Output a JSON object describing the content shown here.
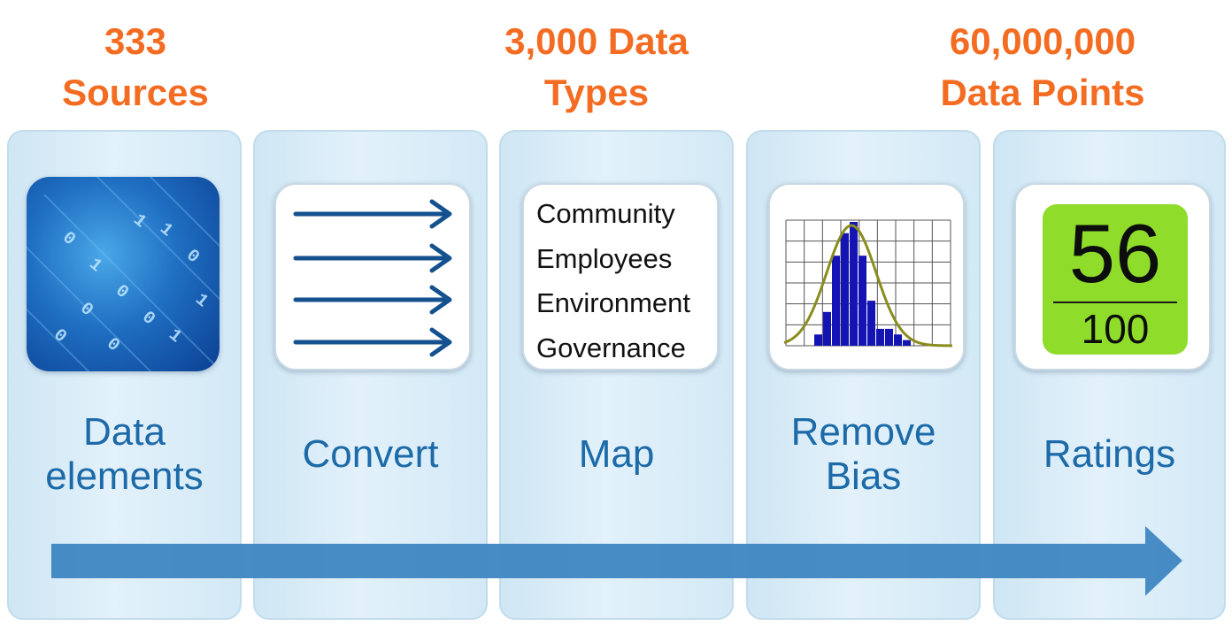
{
  "colors": {
    "headline": "#f36c21",
    "label": "#1c6aa8",
    "flow_arrow": "#3f86c2",
    "convert_arrow": "#14518e",
    "histogram_bar": "#1414b4",
    "curve": "#8a8d1e",
    "rating_bg": "#8fdc2a"
  },
  "headlines": [
    {
      "line1": "333",
      "line2": "Sources"
    },
    {
      "line1": "3,000 Data",
      "line2": "Types"
    },
    {
      "line1": "60,000,000",
      "line2": "Data Points"
    }
  ],
  "stages": [
    {
      "line1": "Data",
      "line2": "elements",
      "icon": "binary-data-icon"
    },
    {
      "line1": "Convert",
      "line2": "",
      "icon": "arrows-icon"
    },
    {
      "line1": "Map",
      "line2": "",
      "icon": "category-list"
    },
    {
      "line1": "Remove",
      "line2": "Bias",
      "icon": "histogram-curve-icon"
    },
    {
      "line1": "Ratings",
      "line2": "",
      "icon": "rating-badge"
    }
  ],
  "binary_digits": "0 1 0 0 1 0 1 0 0 1 1 0",
  "map_categories": [
    "Community",
    "Employees",
    "Environment",
    "Governance"
  ],
  "histogram_values": [
    1,
    3,
    8,
    10,
    11,
    8,
    4,
    1.5,
    1.5,
    1,
    0.5
  ],
  "rating": {
    "score": "56",
    "max": "100"
  }
}
